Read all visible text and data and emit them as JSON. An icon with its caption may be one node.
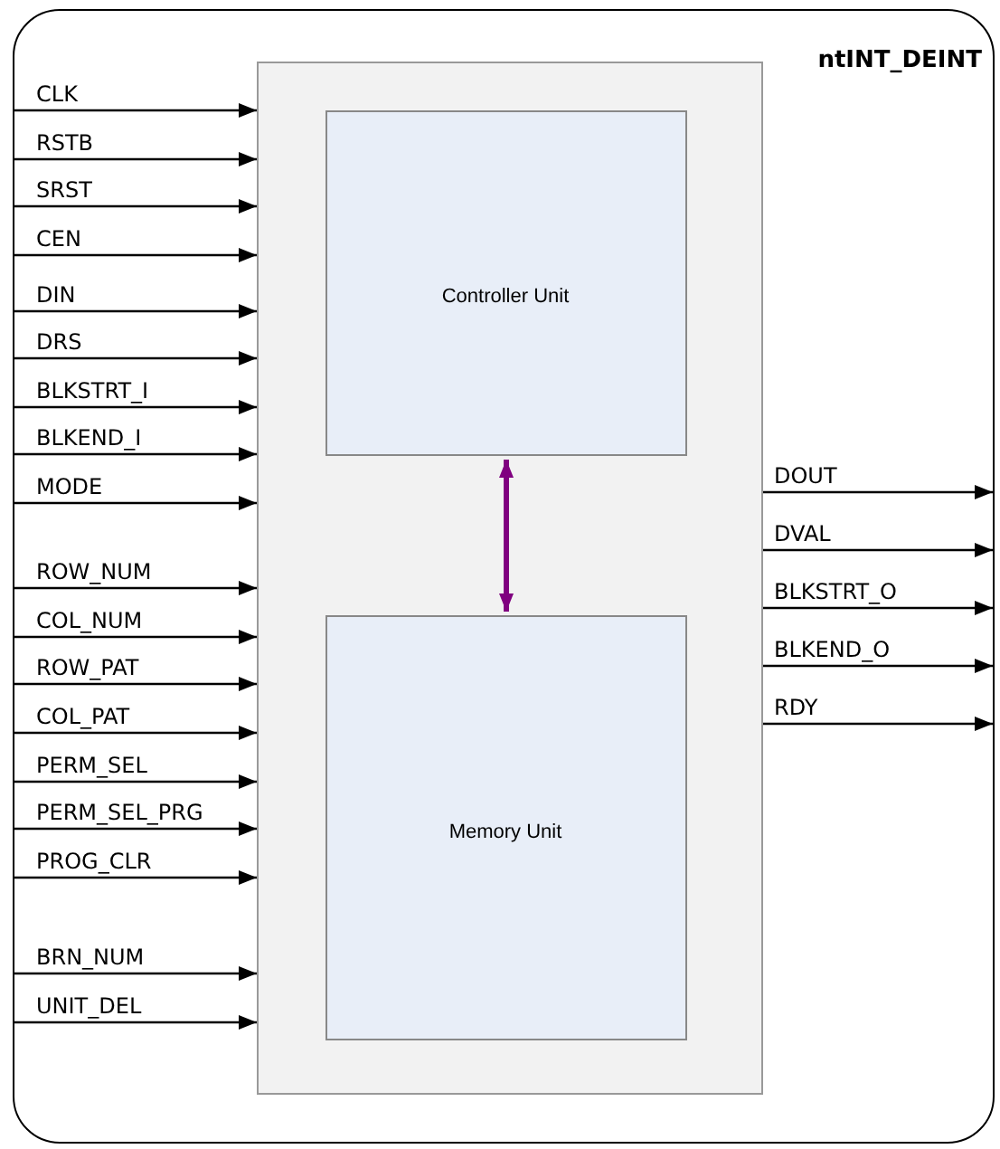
{
  "diagram": {
    "nodes": [
      {
        "text": [
          "ntINT_DEINT"
        ]
      },
      {
        "text": [],
        "shape": "box",
        "in": 0
      },
      {
        "text": [
          "Controller Unit"
        ],
        "in": 1
      },
      {
        "text": [
          "Memory Unit"
        ],
        "in": 1
      }
    ],
    "edges": [
      {
        "from": null,
        "to": 1,
        "arrow": "to",
        "label": "CLK"
      },
      {
        "from": null,
        "to": 1,
        "arrow": "to",
        "label": "RSTB"
      },
      {
        "from": null,
        "to": 1,
        "arrow": "to",
        "label": "SRST"
      },
      {
        "from": null,
        "to": 1,
        "arrow": "to",
        "label": "CEN"
      },
      {
        "from": null,
        "to": 1,
        "arrow": "to",
        "label": "DIN"
      },
      {
        "from": null,
        "to": 1,
        "arrow": "to",
        "label": "DRS"
      },
      {
        "from": null,
        "to": 1,
        "arrow": "to",
        "label": "BLKSTRT_I"
      },
      {
        "from": null,
        "to": 1,
        "arrow": "to",
        "label": "BLKEND_I"
      },
      {
        "from": null,
        "to": 1,
        "arrow": "to",
        "label": "MODE"
      },
      {
        "from": null,
        "to": 1,
        "arrow": "to",
        "label": "ROW_NUM"
      },
      {
        "from": null,
        "to": 1,
        "arrow": "to",
        "label": "COL_NUM"
      },
      {
        "from": null,
        "to": 1,
        "arrow": "to",
        "label": "ROW_PAT"
      },
      {
        "from": null,
        "to": 1,
        "arrow": "to",
        "label": "COL_PAT"
      },
      {
        "from": null,
        "to": 1,
        "arrow": "to",
        "label": "PERM_SEL"
      },
      {
        "from": null,
        "to": 1,
        "arrow": "to",
        "label": "PERM_SEL_PRG"
      },
      {
        "from": null,
        "to": 1,
        "arrow": "to",
        "label": "PROG_CLR"
      },
      {
        "from": null,
        "to": 1,
        "arrow": "to",
        "label": "BRN_NUM"
      },
      {
        "from": null,
        "to": 1,
        "arrow": "to",
        "label": "UNIT_DEL"
      },
      {
        "from": 1,
        "to": null,
        "arrow": "to",
        "label": "DOUT"
      },
      {
        "from": 1,
        "to": null,
        "arrow": "to",
        "label": "DVAL"
      },
      {
        "from": 1,
        "to": null,
        "arrow": "to",
        "label": "BLKSTRT_O"
      },
      {
        "from": 1,
        "to": null,
        "arrow": "to",
        "label": "BLKEND_O"
      },
      {
        "from": 1,
        "to": null,
        "arrow": "to",
        "label": "RDY"
      },
      {
        "from": 2,
        "to": 3,
        "arrow": "both",
        "style": "thick",
        "color": "#800080"
      }
    ]
  }
}
